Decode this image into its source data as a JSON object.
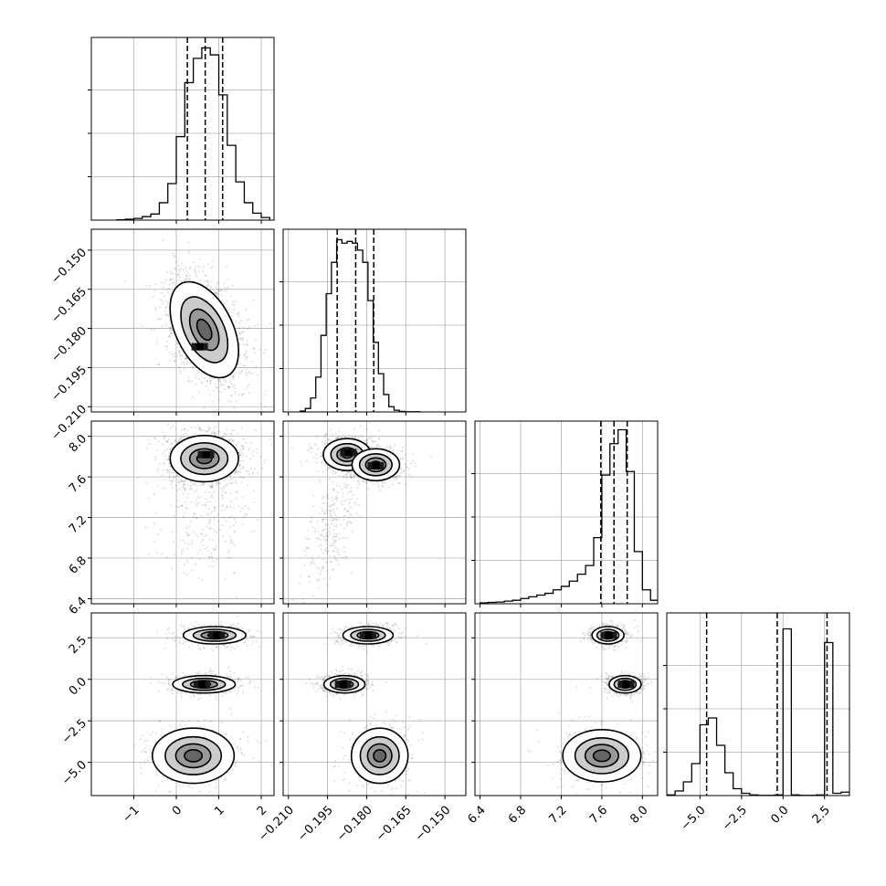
{
  "chart_data": {
    "type": "corner",
    "parameters": [
      {
        "ticks": [
          "−1",
          "0",
          "1",
          "2"
        ],
        "tick_values": [
          -1,
          0,
          1,
          2
        ],
        "range": [
          -2.0,
          2.3
        ]
      },
      {
        "ticks": [
          "−0.210",
          "−0.195",
          "−0.180",
          "−0.165",
          "−0.150"
        ],
        "tick_values": [
          -0.21,
          -0.195,
          -0.18,
          -0.165,
          -0.15
        ],
        "range": [
          -0.212,
          -0.142
        ]
      },
      {
        "ticks": [
          "6.4",
          "6.8",
          "7.2",
          "7.6",
          "8.0"
        ],
        "tick_values": [
          6.4,
          6.8,
          7.2,
          7.6,
          8.0
        ],
        "range": [
          6.35,
          8.15
        ]
      },
      {
        "ticks": [
          "−5.0",
          "−2.5",
          "0.0",
          "2.5"
        ],
        "tick_values": [
          -5.0,
          -2.5,
          0.0,
          2.5
        ],
        "range": [
          -7.0,
          4.0
        ]
      }
    ],
    "histograms": [
      {
        "edges": [
          -1.4,
          -1.2,
          -1.0,
          -0.8,
          -0.6,
          -0.4,
          -0.2,
          0.0,
          0.2,
          0.4,
          0.6,
          0.8,
          1.0,
          1.2,
          1.4,
          1.6,
          1.8,
          2.0,
          2.2
        ],
        "counts": [
          0.2,
          0.5,
          1,
          2,
          3.5,
          10,
          21,
          48,
          79,
          93,
          99,
          95,
          72,
          43,
          22,
          10,
          4,
          1.5
        ],
        "quantiles": [
          0.26,
          0.68,
          1.09
        ],
        "ymax": 105
      },
      {
        "edges": [
          -0.2055,
          -0.2035,
          -0.2015,
          -0.1995,
          -0.1975,
          -0.1955,
          -0.1935,
          -0.1915,
          -0.1895,
          -0.1875,
          -0.1855,
          -0.1835,
          -0.1815,
          -0.1795,
          -0.1775,
          -0.1755,
          -0.1735,
          -0.1715,
          -0.1695,
          -0.1675,
          -0.1655,
          -0.1635,
          -0.1615,
          -0.1595
        ],
        "counts": [
          0.5,
          2,
          8,
          20,
          44,
          68,
          86,
          99,
          97,
          98,
          97,
          93,
          86,
          64,
          40,
          22,
          10,
          3,
          1,
          0.3,
          0.1,
          0.1,
          0.1
        ],
        "quantiles": [
          -0.1913,
          -0.1842,
          -0.1773
        ],
        "ymax": 105
      },
      {
        "edges": [
          6.4,
          6.48,
          6.56,
          6.64,
          6.72,
          6.8,
          6.88,
          6.96,
          7.04,
          7.12,
          7.2,
          7.28,
          7.36,
          7.44,
          7.52,
          7.6,
          7.68,
          7.76,
          7.84,
          7.92,
          8.0,
          8.08,
          8.16
        ],
        "counts": [
          0.5,
          0.8,
          1,
          1.5,
          2,
          3,
          4,
          5,
          6,
          8,
          10,
          13,
          17,
          22,
          38,
          74,
          92,
          100,
          76,
          30,
          8,
          2
        ],
        "quantiles": [
          7.59,
          7.72,
          7.85
        ],
        "ymax": 105
      },
      {
        "edges": [
          -7.0,
          -6.5,
          -6.0,
          -5.5,
          -5.0,
          -4.5,
          -4.0,
          -3.5,
          -3.0,
          -2.5,
          -2.0,
          -1.5,
          -1.0,
          -0.5,
          0.0,
          0.5,
          1.0,
          1.5,
          2.0,
          2.5,
          3.0,
          3.5,
          4.0
        ],
        "counts": [
          0.3,
          2,
          6,
          14,
          31,
          34,
          22,
          10,
          3,
          1,
          0.3,
          0.1,
          0.1,
          0.3,
          73,
          0.3,
          0.1,
          0.1,
          0.3,
          67,
          1,
          1.5
        ],
        "quantiles": [
          -4.6,
          -0.35,
          2.65
        ],
        "ymax": 80
      }
    ],
    "clusters": [
      {
        "row": 1,
        "col": 0,
        "blobs": [
          {
            "cx": 0.66,
            "cy": -0.1805,
            "sx": 0.46,
            "sy": 0.0105,
            "rho": -0.45,
            "w": 1.0
          }
        ],
        "peaks": [
          {
            "x": 0.55,
            "y": -0.187
          }
        ]
      },
      {
        "row": 2,
        "col": 0,
        "blobs": [
          {
            "cx": 0.66,
            "cy": 7.78,
            "sx": 0.46,
            "sy": 0.13,
            "rho": 0,
            "w": 0.82
          },
          {
            "cx": 0.66,
            "cy": 7.25,
            "sx": 0.55,
            "sy": 0.32,
            "rho": 0,
            "w": 0.18
          }
        ],
        "peaks": [
          {
            "x": 0.7,
            "y": 7.82
          }
        ]
      },
      {
        "row": 2,
        "col": 1,
        "blobs": [
          {
            "cx": -0.1875,
            "cy": 7.82,
            "sx": 0.0052,
            "sy": 0.09,
            "rho": 0,
            "w": 0.45
          },
          {
            "cx": -0.1765,
            "cy": 7.72,
            "sx": 0.0052,
            "sy": 0.09,
            "rho": 0,
            "w": 0.37
          },
          {
            "cx": -0.194,
            "cy": 7.1,
            "sx": 0.005,
            "sy": 0.3,
            "rho": 0.6,
            "w": 0.18
          }
        ],
        "peaks": [
          {
            "x": -0.187,
            "y": 7.84
          },
          {
            "x": -0.1765,
            "y": 7.71
          }
        ]
      },
      {
        "row": 3,
        "col": 0,
        "blobs": [
          {
            "cx": 0.9,
            "cy": 2.65,
            "sx": 0.42,
            "sy": 0.3,
            "rho": 0,
            "w": 0.34
          },
          {
            "cx": 0.65,
            "cy": -0.3,
            "sx": 0.42,
            "sy": 0.3,
            "rho": 0,
            "w": 0.36
          },
          {
            "cx": 0.4,
            "cy": -4.6,
            "sx": 0.55,
            "sy": 0.95,
            "rho": 0,
            "w": 0.3
          }
        ],
        "peaks": [
          {
            "x": 0.95,
            "y": 2.65
          },
          {
            "x": 0.6,
            "y": -0.3
          }
        ]
      },
      {
        "row": 3,
        "col": 1,
        "blobs": [
          {
            "cx": -0.1795,
            "cy": 2.65,
            "sx": 0.0055,
            "sy": 0.3,
            "rho": 0,
            "w": 0.34
          },
          {
            "cx": -0.1885,
            "cy": -0.3,
            "sx": 0.0045,
            "sy": 0.3,
            "rho": 0,
            "w": 0.36
          },
          {
            "cx": -0.175,
            "cy": -4.6,
            "sx": 0.0062,
            "sy": 0.95,
            "rho": 0,
            "w": 0.3
          }
        ],
        "peaks": [
          {
            "x": -0.1795,
            "y": 2.65
          },
          {
            "x": -0.189,
            "y": -0.3
          }
        ]
      },
      {
        "row": 3,
        "col": 2,
        "blobs": [
          {
            "cx": 7.66,
            "cy": 2.65,
            "sx": 0.09,
            "sy": 0.3,
            "rho": 0,
            "w": 0.34
          },
          {
            "cx": 7.83,
            "cy": -0.3,
            "sx": 0.09,
            "sy": 0.3,
            "rho": 0,
            "w": 0.36
          },
          {
            "cx": 7.6,
            "cy": -4.6,
            "sx": 0.22,
            "sy": 0.9,
            "rho": 0,
            "w": 0.3
          }
        ],
        "peaks": [
          {
            "x": 7.67,
            "y": 2.65
          },
          {
            "x": 7.84,
            "y": -0.3
          }
        ]
      }
    ]
  }
}
